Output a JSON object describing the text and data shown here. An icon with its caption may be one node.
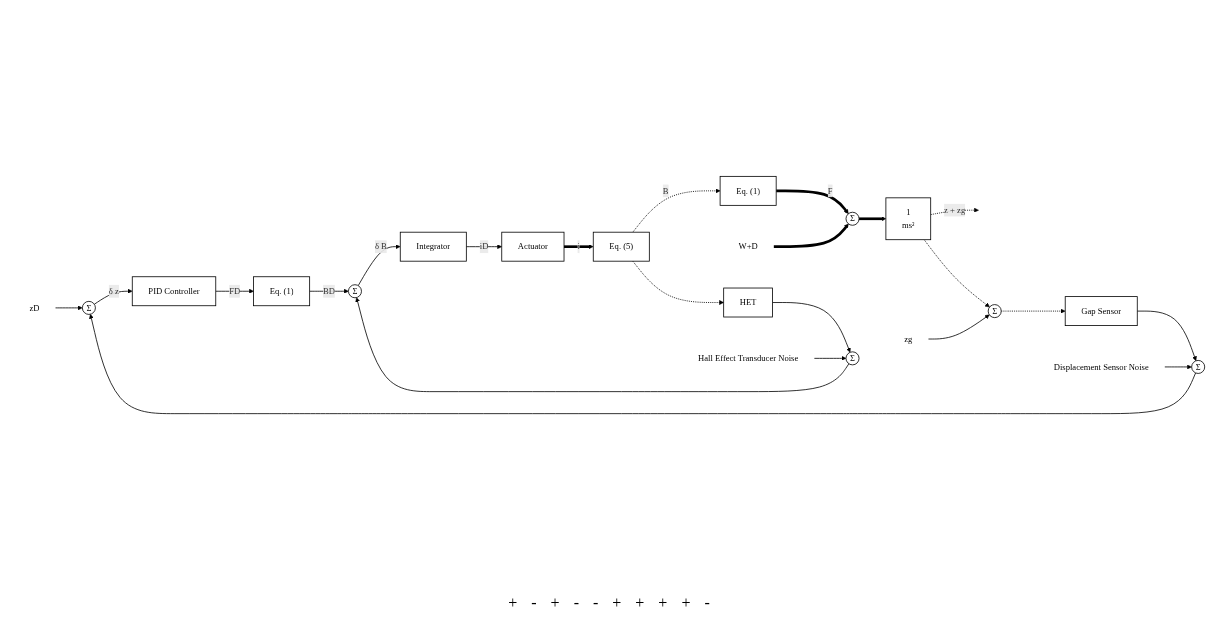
{
  "diagram": {
    "nodes": [
      {
        "text": [
          "zD"
        ]
      },
      {
        "text": [
          "Σ"
        ]
      },
      {
        "text": [
          "PID Controller"
        ]
      },
      {
        "text": [
          "Eq. (1)"
        ]
      },
      {
        "text": [
          "Σ"
        ]
      },
      {
        "text": [
          "Integrator"
        ]
      },
      {
        "text": [
          "Actuator"
        ]
      },
      {
        "text": [
          "Eq. (5)"
        ]
      },
      {
        "text": [
          "Eq. (1)"
        ]
      },
      {
        "text": [
          "Σ"
        ]
      },
      {
        "text": [
          "1",
          "ms²"
        ]
      },
      {
        "text": [
          "W+D"
        ]
      },
      {
        "text": [
          "HET"
        ]
      },
      {
        "text": [
          "Σ"
        ]
      },
      {
        "text": [
          "Hall Effect Transducer Noise"
        ]
      },
      {
        "text": [
          "Σ"
        ]
      },
      {
        "text": [
          "zg"
        ]
      },
      {
        "text": [
          "Gap Sensor"
        ]
      },
      {
        "text": [
          "Σ"
        ]
      },
      {
        "text": [
          "Displacement Sensor Noise"
        ]
      }
    ],
    "edges": [
      {
        "from": 0,
        "to": 1,
        "arrow": "to"
      },
      {
        "from": 1,
        "to": 2,
        "arrow": "to",
        "label": "δ z"
      },
      {
        "from": 2,
        "to": 3,
        "arrow": "to",
        "label": "FD"
      },
      {
        "from": 3,
        "to": 4,
        "arrow": "to",
        "label": "BD"
      },
      {
        "from": 4,
        "to": 5,
        "arrow": "to",
        "label": "δ B"
      },
      {
        "from": 5,
        "to": 6,
        "arrow": "to",
        "label": "iD"
      },
      {
        "from": 6,
        "to": 7,
        "arrow": "to",
        "label": "i",
        "style": "thick"
      },
      {
        "from": 7,
        "to": 8,
        "arrow": "to",
        "label": "B",
        "style": "dashed"
      },
      {
        "from": 8,
        "to": 9,
        "arrow": "to",
        "label": "F",
        "style": "thick"
      },
      {
        "from": 11,
        "to": 9,
        "arrow": "to",
        "style": "thick"
      },
      {
        "from": 9,
        "to": 10,
        "arrow": "to",
        "style": "thick"
      },
      {
        "from": 10,
        "to": null,
        "arrow": "to",
        "label": "z + zg",
        "style": "dashed"
      },
      {
        "from": 7,
        "to": 12,
        "arrow": "to",
        "style": "dashed"
      },
      {
        "from": 12,
        "to": 13,
        "arrow": "to"
      },
      {
        "from": 14,
        "to": 13,
        "arrow": "to"
      },
      {
        "from": 13,
        "to": 4,
        "arrow": "to"
      },
      {
        "from": 10,
        "to": 15,
        "arrow": "to",
        "style": "dashed"
      },
      {
        "from": 16,
        "to": 15,
        "arrow": "to"
      },
      {
        "from": 15,
        "to": 17,
        "arrow": "to",
        "style": "dashed"
      },
      {
        "from": 17,
        "to": 18,
        "arrow": "to"
      },
      {
        "from": 19,
        "to": 18,
        "arrow": "to"
      },
      {
        "from": 18,
        "to": 1,
        "arrow": "to"
      }
    ],
    "labels": [
      "+",
      "-",
      "+",
      "-",
      "-",
      "+",
      "+",
      "+",
      "+",
      "-"
    ]
  }
}
